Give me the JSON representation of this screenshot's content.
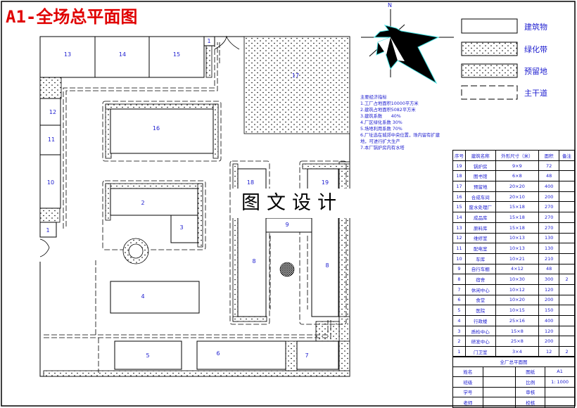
{
  "title": "A1-全场总平面图",
  "compass": {
    "north": "N"
  },
  "legend": [
    {
      "label": "建筑物",
      "style": "plain"
    },
    {
      "label": "绿化带",
      "style": "dotted"
    },
    {
      "label": "预留地",
      "style": "dotted"
    },
    {
      "label": "主干道",
      "style": "dashed"
    }
  ],
  "notes": {
    "heading": "主要经济指标",
    "items": [
      "1.工厂占地面积10000平方米",
      "2.建筑占地面积5082平方米",
      "3.建筑系数　　40%",
      "4.厂区绿化系数 30%",
      "5.场地利用系数 70%",
      "6.厂址选在城郊中央位置，场内留有扩建地，可进行扩大生产",
      "7.本厂锅炉房内有水塔"
    ]
  },
  "watermark": "图文设计",
  "plan": {
    "buildings": [
      "13",
      "14",
      "15",
      "1",
      "12",
      "11",
      "10",
      "1",
      "16",
      "2",
      "3",
      "4",
      "18",
      "8",
      "9",
      "8",
      "19",
      "5",
      "6",
      "7",
      "17"
    ]
  },
  "table": {
    "headers": [
      "序号",
      "建筑名称",
      "外形尺寸（米）",
      "面积",
      "备注"
    ],
    "rows": [
      [
        "19",
        "锅炉房",
        "9×9",
        "72",
        ""
      ],
      [
        "18",
        "图书馆",
        "6×8",
        "48",
        ""
      ],
      [
        "17",
        "预留地",
        "20×20",
        "400",
        ""
      ],
      [
        "16",
        "合成车间",
        "20×10",
        "200",
        ""
      ],
      [
        "15",
        "废水处理厂",
        "15×18",
        "270",
        ""
      ],
      [
        "14",
        "成品库",
        "15×18",
        "270",
        ""
      ],
      [
        "13",
        "原料库",
        "15×18",
        "270",
        ""
      ],
      [
        "12",
        "维修室",
        "10×13",
        "130",
        ""
      ],
      [
        "11",
        "配电室",
        "10×13",
        "130",
        ""
      ],
      [
        "10",
        "车库",
        "10×21",
        "210",
        ""
      ],
      [
        "9",
        "自行车棚",
        "4×12",
        "48",
        ""
      ],
      [
        "8",
        "宿舍",
        "10×30",
        "300",
        "2"
      ],
      [
        "7",
        "休闲中心",
        "10×12",
        "120",
        ""
      ],
      [
        "6",
        "食堂",
        "10×20",
        "200",
        ""
      ],
      [
        "5",
        "医院",
        "10×15",
        "150",
        ""
      ],
      [
        "4",
        "行政楼",
        "25×16",
        "400",
        ""
      ],
      [
        "3",
        "质检中心",
        "15×8",
        "120",
        ""
      ],
      [
        "2",
        "研发中心",
        "25×8",
        "200",
        ""
      ],
      [
        "1",
        "门卫室",
        "3×4",
        "12",
        "2"
      ]
    ]
  },
  "titleblock": {
    "caption": "全厂总平面图",
    "rows": [
      [
        "姓名",
        "",
        "图纸",
        "A1"
      ],
      [
        "班级",
        "",
        "比例",
        "1: 1000"
      ],
      [
        "学号",
        "",
        "审核",
        ""
      ],
      [
        "老师",
        "",
        "校核",
        ""
      ]
    ]
  }
}
